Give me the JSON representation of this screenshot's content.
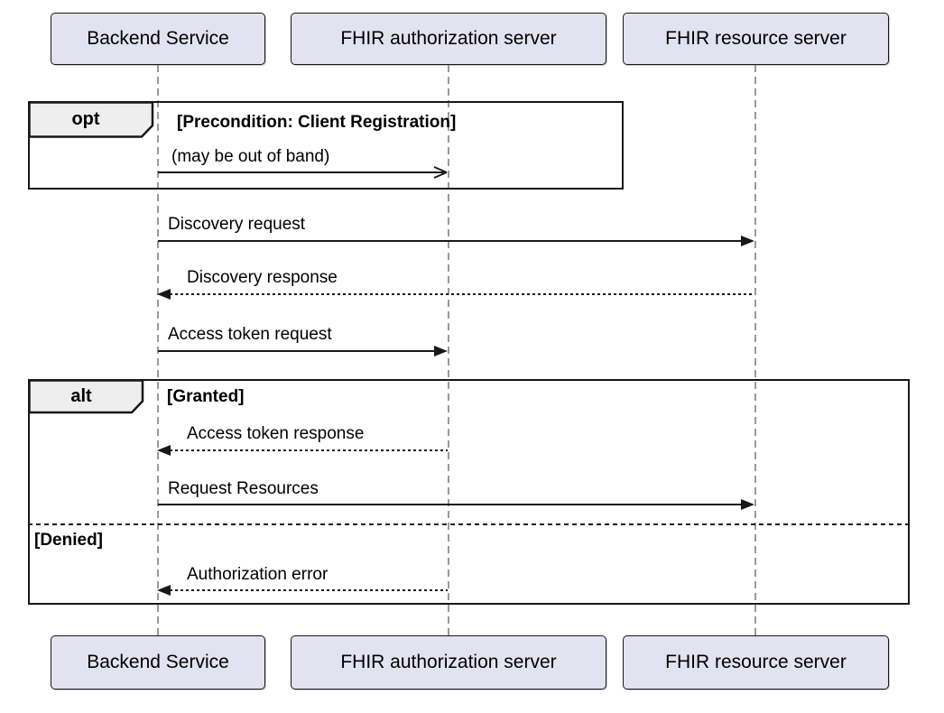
{
  "diagram_type": "uml-sequence-diagram",
  "participants": [
    {
      "id": "backend-service",
      "label": "Backend Service"
    },
    {
      "id": "fhir-authorization-server",
      "label": "FHIR authorization server"
    },
    {
      "id": "fhir-resource-server",
      "label": "FHIR resource server"
    }
  ],
  "fragments": [
    {
      "keyword": "opt",
      "guards": [
        "[Precondition: Client Registration]"
      ]
    },
    {
      "keyword": "alt",
      "guards": [
        "[Granted]",
        "[Denied]"
      ]
    }
  ],
  "messages": [
    {
      "label": "(may be out of band)",
      "from": "Backend Service",
      "to": "FHIR authorization server",
      "line": "solid",
      "arrow": "open"
    },
    {
      "label": "Discovery request",
      "from": "Backend Service",
      "to": "FHIR resource server",
      "line": "solid",
      "arrow": "filled"
    },
    {
      "label": "Discovery response",
      "from": "FHIR resource server",
      "to": "Backend Service",
      "line": "dotted",
      "arrow": "filled"
    },
    {
      "label": "Access token request",
      "from": "Backend Service",
      "to": "FHIR authorization server",
      "line": "solid",
      "arrow": "filled"
    },
    {
      "label": "Access token response",
      "from": "FHIR authorization server",
      "to": "Backend Service",
      "line": "dotted",
      "arrow": "filled"
    },
    {
      "label": "Request Resources",
      "from": "Backend Service",
      "to": "FHIR resource server",
      "line": "solid",
      "arrow": "filled"
    },
    {
      "label": "Authorization error",
      "from": "FHIR authorization server",
      "to": "Backend Service",
      "line": "dotted",
      "arrow": "filled"
    }
  ],
  "colors": {
    "participant_fill": "#E2E2F0",
    "participant_border": "#181818",
    "fragment_border": "#181818",
    "fragment_header_fill": "#EEEEEE",
    "message_line": "#181818",
    "lifeline": "#9A9A9A",
    "background": "#FFFFFF"
  }
}
